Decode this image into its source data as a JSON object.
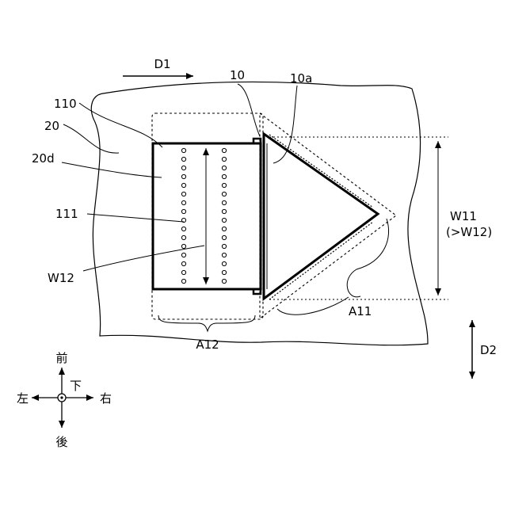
{
  "direction_labels": {
    "d1": "D1",
    "d2": "D2"
  },
  "part_labels": {
    "p10": "10",
    "p10a": "10a",
    "p110": "110",
    "p20": "20",
    "p20d": "20d",
    "p111": "111",
    "w12": "W12",
    "w11": "W11",
    "w11_note": "(>W12)",
    "a11": "A11",
    "a12": "A12"
  },
  "compass": {
    "front": "前",
    "back": "後",
    "left": "左",
    "right": "右",
    "down": "下"
  }
}
